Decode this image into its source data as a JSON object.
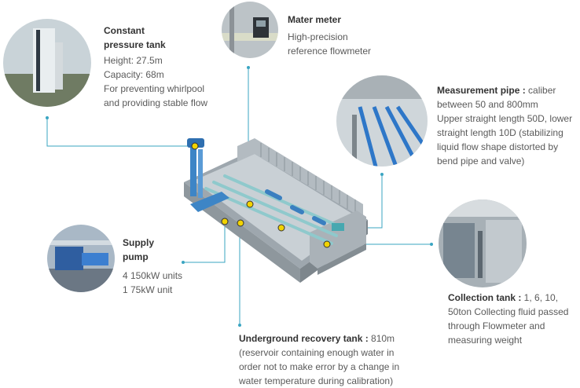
{
  "colors": {
    "connector": "#3aa5c2",
    "marker": "#f2d300"
  },
  "callouts": {
    "pressure_tank": {
      "title1": "Constant",
      "title2": "pressure tank",
      "lines": [
        "Height: 27.5m",
        "Capacity: 68m",
        "For preventing whirlpool",
        "and providing stable flow"
      ]
    },
    "mater_meter": {
      "title": "Mater meter",
      "lines": [
        "High-precision",
        "reference flowmeter"
      ]
    },
    "measurement_pipe": {
      "title": "Measurement pipe :",
      "title_rest": " caliber",
      "lines": [
        "between 50 and 800mm",
        "Upper straight length 50D, lower",
        "straight length 10D (stabilizing",
        "liquid flow shape distorted by",
        "bend pipe and valve)"
      ]
    },
    "supply_pump": {
      "title1": "Supply",
      "title2": "pump",
      "lines": [
        "4 150kW units",
        "1 75kW unit"
      ]
    },
    "collection_tank": {
      "title": "Collection tank :",
      "title_rest": " 1, 6, 10,",
      "lines": [
        "50ton Collecting fluid passed",
        "through Flowmeter and",
        "measuring weight"
      ]
    },
    "recovery_tank": {
      "title": "Underground recovery tank :",
      "title_rest": " 810m",
      "lines": [
        "(reservoir containing enough water in",
        "order not to make error by a change in",
        "water temperature during calibration)"
      ]
    }
  }
}
